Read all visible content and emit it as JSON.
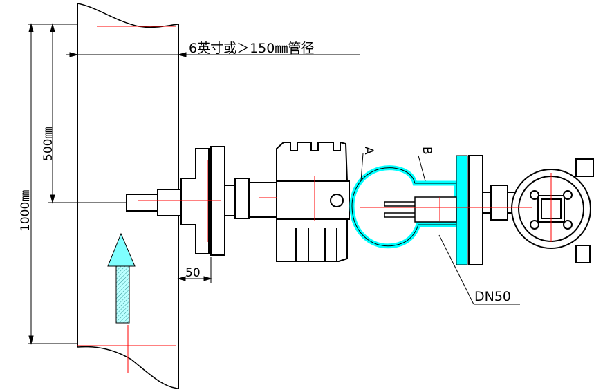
{
  "labels": {
    "pipe_diameter": "6英寸或＞150㎜管径",
    "dim_500": "500㎜",
    "dim_1000": "1000㎜",
    "dim_50": "50",
    "mark_a": "A",
    "mark_b": "B",
    "dn50": "DN50"
  },
  "colors": {
    "line": "#000000",
    "centerline": "#ff0000",
    "cyan_part": "#00ffff",
    "arrow_fill": "#7fffff"
  }
}
